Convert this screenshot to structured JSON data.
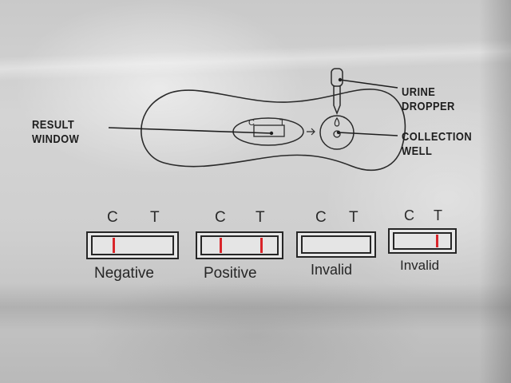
{
  "labels": {
    "result_window": [
      "RESULT",
      "WINDOW"
    ],
    "urine_dropper": [
      "URINE",
      "DROPPER"
    ],
    "collection_well": [
      "COLLECTION",
      "WELL"
    ],
    "cassette_c": "C",
    "cassette_t": "T"
  },
  "results": [
    {
      "c": "C",
      "t": "T",
      "caption": "Negative",
      "c_line": true,
      "t_line": false
    },
    {
      "c": "C",
      "t": "T",
      "caption": "Positive",
      "c_line": true,
      "t_line": true
    },
    {
      "c": "C",
      "t": "T",
      "caption": "Invalid",
      "c_line": false,
      "t_line": false
    },
    {
      "c": "C",
      "t": "T",
      "caption": "Invalid",
      "c_line": false,
      "t_line": true
    }
  ],
  "colors": {
    "ink": "#262626",
    "test_line": "#d9252a",
    "packaging": "#cfcfcf"
  }
}
